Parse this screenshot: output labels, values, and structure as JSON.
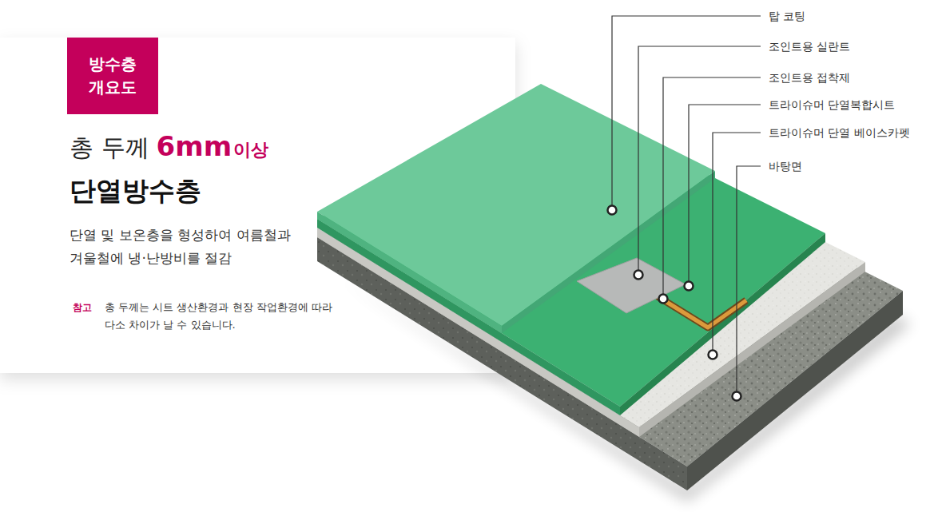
{
  "diagram": {
    "nodes": [
      {
        "text": [
          "총 두께",
          "6mm",
          "이상",
          "단열방수층",
          "단열 및 보온층을 형성하여 여름철과 겨울철에 냉·난방비를 절감",
          "참고",
          "총 두께는 시트 생산환경과 현장 작업환경에 따라 다소 차이가 날 수 있습니다."
        ]
      },
      {
        "text": [
          "방수층 개요도"
        ],
        "in": 0
      }
    ],
    "labels": [
      "탑 코팅",
      "조인트용 실란트",
      "조인트용 접착제",
      "트라이슈머 단열복합시트",
      "트라이슈머 단열 베이스카펫",
      "바탕면"
    ]
  }
}
